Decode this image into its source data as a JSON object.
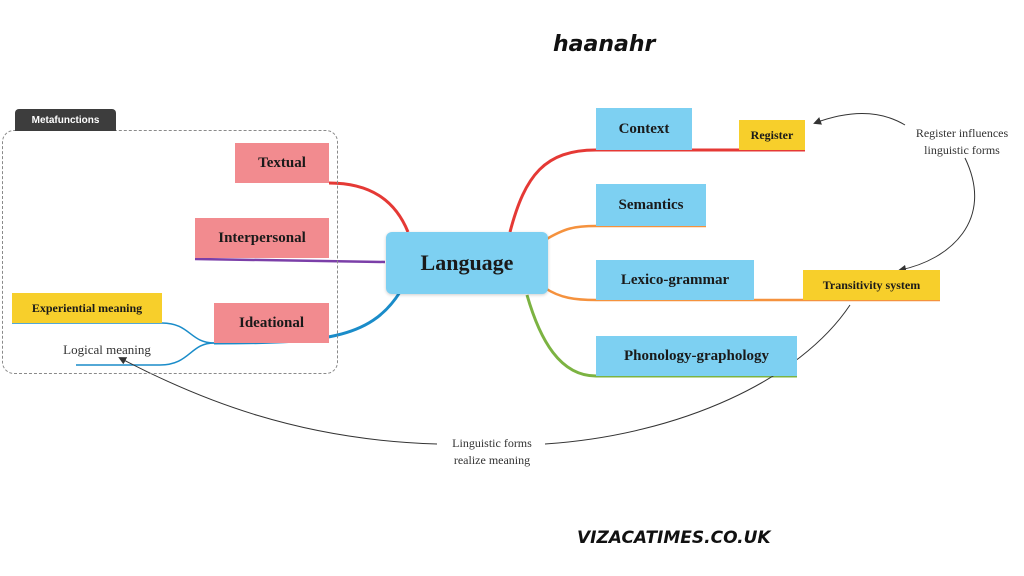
{
  "header": {
    "site_title": "haanahr"
  },
  "footer": {
    "watermark": "VIZACATIMES.CO.UK"
  },
  "diagram": {
    "central": "Language",
    "group_label": "Metafunctions",
    "left_nodes": {
      "textual": "Textual",
      "interpersonal": "Interpersonal",
      "ideational": "Ideational",
      "experiential": "Experiential meaning",
      "logical": "Logical meaning"
    },
    "right_nodes": {
      "context": "Context",
      "register": "Register",
      "semantics": "Semantics",
      "lexicogrammar": "Lexico-grammar",
      "transitivity": "Transitivity system",
      "phonology": "Phonology-graphology"
    },
    "annotations": {
      "register_influences_line1": "Register influences",
      "register_influences_line2": "linguistic forms",
      "realize_line1": "Linguistic forms",
      "realize_line2": "realize meaning"
    },
    "colors": {
      "pink": "#f28b8f",
      "blue": "#7dd0f2",
      "yellow": "#f7cf2b",
      "red_branch": "#e53935",
      "purple_branch": "#7b3fa8",
      "teal_branch": "#1a8cc9",
      "orange_branch": "#f5923e",
      "green_branch": "#7cb342"
    }
  }
}
